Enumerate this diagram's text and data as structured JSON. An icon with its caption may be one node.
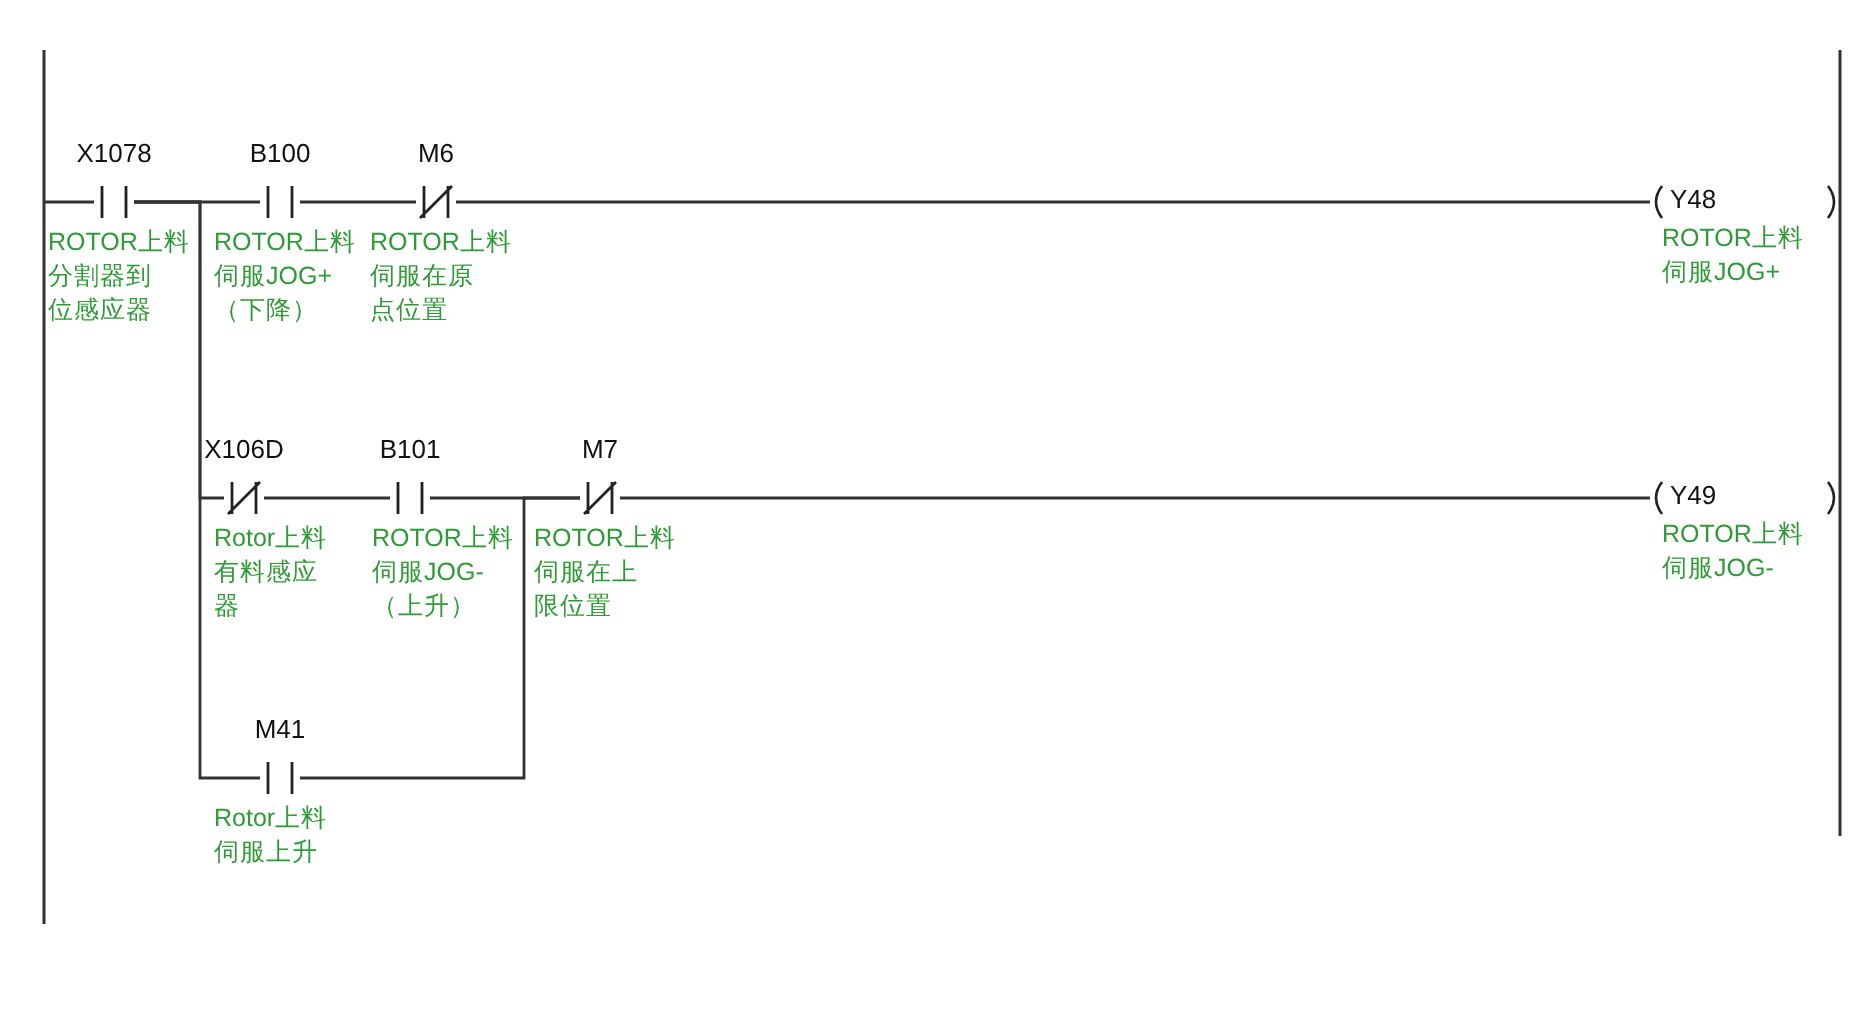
{
  "diagram": {
    "nodes": [
      {
        "text": [
          "X1078",
          "ROTOR上料分割器到位感应器"
        ]
      },
      {
        "text": [
          "B100",
          "ROTOR上料伺服JOG+（下降）"
        ]
      },
      {
        "text": [
          "M6",
          "ROTOR上料伺服在原点位置"
        ]
      },
      {
        "text": [
          "Y48",
          "ROTOR上料伺服JOG+"
        ]
      },
      {
        "text": [
          "X106D",
          "Rotor上料有料感应器"
        ]
      },
      {
        "text": [
          "B101",
          "ROTOR上料伺服JOG-（上升）"
        ]
      },
      {
        "text": [
          "M7",
          "ROTOR上料伺服在上限位置"
        ]
      },
      {
        "text": [
          "Y49",
          "ROTOR上料伺服JOG-"
        ]
      },
      {
        "text": [
          "M41",
          "Rotor上料伺服上升"
        ]
      }
    ],
    "edges": [
      {
        "from": null,
        "to": 0,
        "arrow": "none"
      },
      {
        "from": 0,
        "to": 1,
        "arrow": "none"
      },
      {
        "from": 1,
        "to": 2,
        "arrow": "none"
      },
      {
        "from": 2,
        "to": 3,
        "arrow": "none"
      },
      {
        "from": 0,
        "to": 4,
        "arrow": "none"
      },
      {
        "from": 4,
        "to": 5,
        "arrow": "none"
      },
      {
        "from": 5,
        "to": 6,
        "arrow": "none"
      },
      {
        "from": 0,
        "to": 8,
        "arrow": "none"
      },
      {
        "from": 8,
        "to": 6,
        "arrow": "none"
      },
      {
        "from": 6,
        "to": 7,
        "arrow": "none"
      }
    ]
  }
}
